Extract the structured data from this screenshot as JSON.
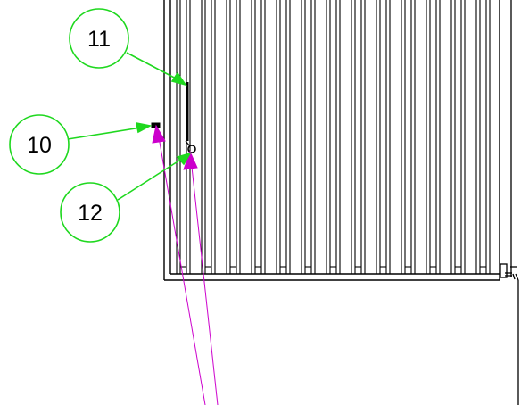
{
  "colors": {
    "background": "#ffffff",
    "linework": "#000000",
    "callout": "#1fd81f",
    "pointer": "#cc00cc"
  },
  "callouts": [
    {
      "id": "11",
      "label": "11"
    },
    {
      "id": "10",
      "label": "10"
    },
    {
      "id": "12",
      "label": "12"
    }
  ]
}
